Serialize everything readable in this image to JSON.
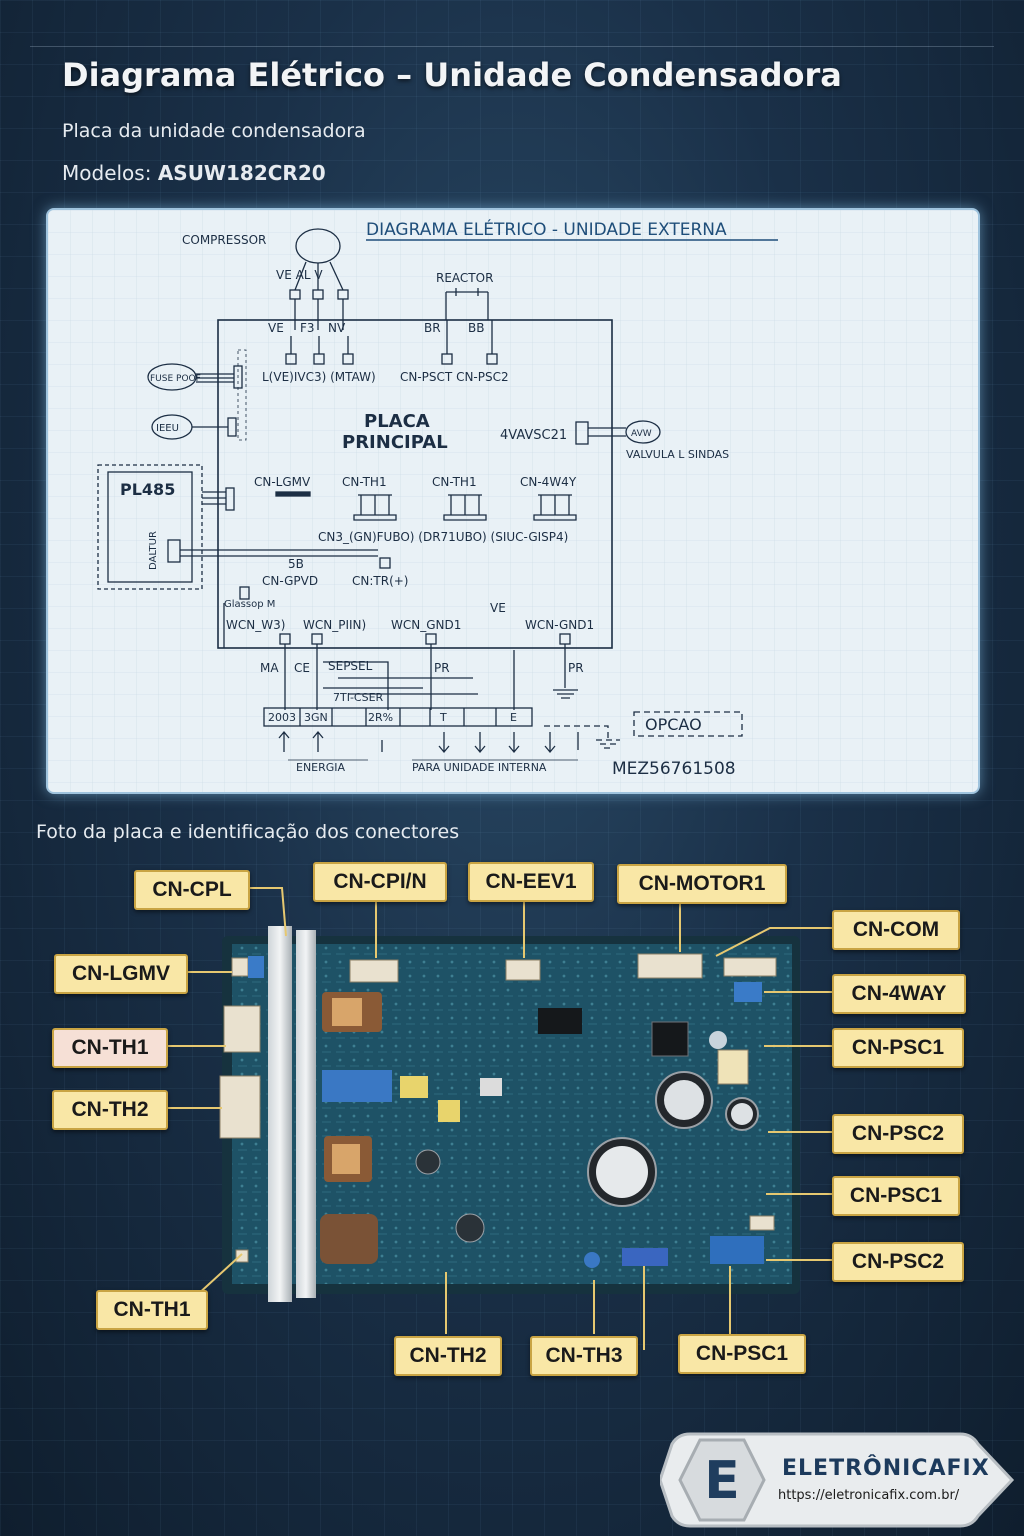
{
  "header": {
    "title": "Diagrama Elétrico – Unidade Condensadora",
    "subtitle": "Placa da unidade condensadora",
    "models_label": "Modelos: ",
    "models_value": "ASUW182CR20"
  },
  "diagram": {
    "title": "DIAGRAMA ELÉTRICO - UNIDADE EXTERNA",
    "compressor": "COMPRESSOR",
    "reactor": "REACTOR",
    "board_label_1": "PLACA",
    "board_label_2": "PRINCIPAL",
    "pl485": "PL485",
    "valve_port": "4VAVSC21",
    "valve_label": "VALVULA L SINDAS",
    "top_terms": [
      "VE",
      "F3",
      "NV",
      "BR",
      "BB"
    ],
    "comp_terms": "VE  AL  V",
    "top_connectors": "L(VE)IVC3) (MTAW)",
    "psc_connectors": "CN-PSCT  CN-PSC2",
    "sensors": [
      "CN-LGMV",
      "CN-TH1",
      "CN-TH1",
      "CN-4W4Y"
    ],
    "sensor_sub": "CN3_(GN)FUBO) (DR71UBO) (SIUC-GISP4)",
    "mid_1": "5B",
    "mid_2": "CN-GPVD",
    "mid_3": "CN:TR(+)",
    "left_label": "Glassop M",
    "ve": "VE",
    "bottom_connectors": [
      "WCN_W3)",
      "WCN_PIIN)",
      "WCN_GND1",
      "WCN-GND1"
    ],
    "wire_labels": [
      "MA",
      "CE",
      "SEPSEL",
      "PR",
      "PR"
    ],
    "wire_sub": "7TI-CSER",
    "terminal_block": [
      "2003",
      "3GN",
      "2R%",
      "T",
      "Ε"
    ],
    "left_fan": "FUSE POOF",
    "left_eev": "IEEU",
    "valve_coil": "AVW",
    "pl_side": "DALTUR",
    "energia": "ENERGIA",
    "para_interna": "PARA UNIDADE INTERNA",
    "opcao": "OPCAO",
    "part_number": "MEZ56761508"
  },
  "photo": {
    "caption": "Foto da placa e identificação dos conectores",
    "callouts": [
      {
        "id": "cn-cpl",
        "label": "CN-CPL"
      },
      {
        "id": "cn-cpin",
        "label": "CN-CPI/N"
      },
      {
        "id": "cn-eev1",
        "label": "CN-EEV1"
      },
      {
        "id": "cn-motor1",
        "label": "CN-MOTOR1"
      },
      {
        "id": "cn-com",
        "label": "CN-COM"
      },
      {
        "id": "cn-lgmv",
        "label": "CN-LGMV"
      },
      {
        "id": "cn-4way",
        "label": "CN-4WAY"
      },
      {
        "id": "cn-th1-left",
        "label": "CN-TH1"
      },
      {
        "id": "cn-psc1-a",
        "label": "CN-PSC1"
      },
      {
        "id": "cn-th2-left",
        "label": "CN-TH2"
      },
      {
        "id": "cn-psc2-a",
        "label": "CN-PSC2"
      },
      {
        "id": "cn-psc1-b",
        "label": "CN-PSC1"
      },
      {
        "id": "cn-psc2-b",
        "label": "CN-PSC2"
      },
      {
        "id": "cn-th1-bottom",
        "label": "CN-TH1"
      },
      {
        "id": "cn-th2-bottom",
        "label": "CN-TH2"
      },
      {
        "id": "cn-th3",
        "label": "CN-TH3"
      },
      {
        "id": "cn-psc1-c",
        "label": "CN-PSC1"
      }
    ]
  },
  "brand": {
    "letter": "E",
    "name": "ELETRÔNICAFIX",
    "url": "https://eletronicafix.com.br/"
  },
  "colors": {
    "background": "#1a3048",
    "callout_fill": "#f9e7a6",
    "callout_border": "#c9a443",
    "diagram_line": "#1c2e44",
    "diagram_title": "#1f4e7a"
  }
}
